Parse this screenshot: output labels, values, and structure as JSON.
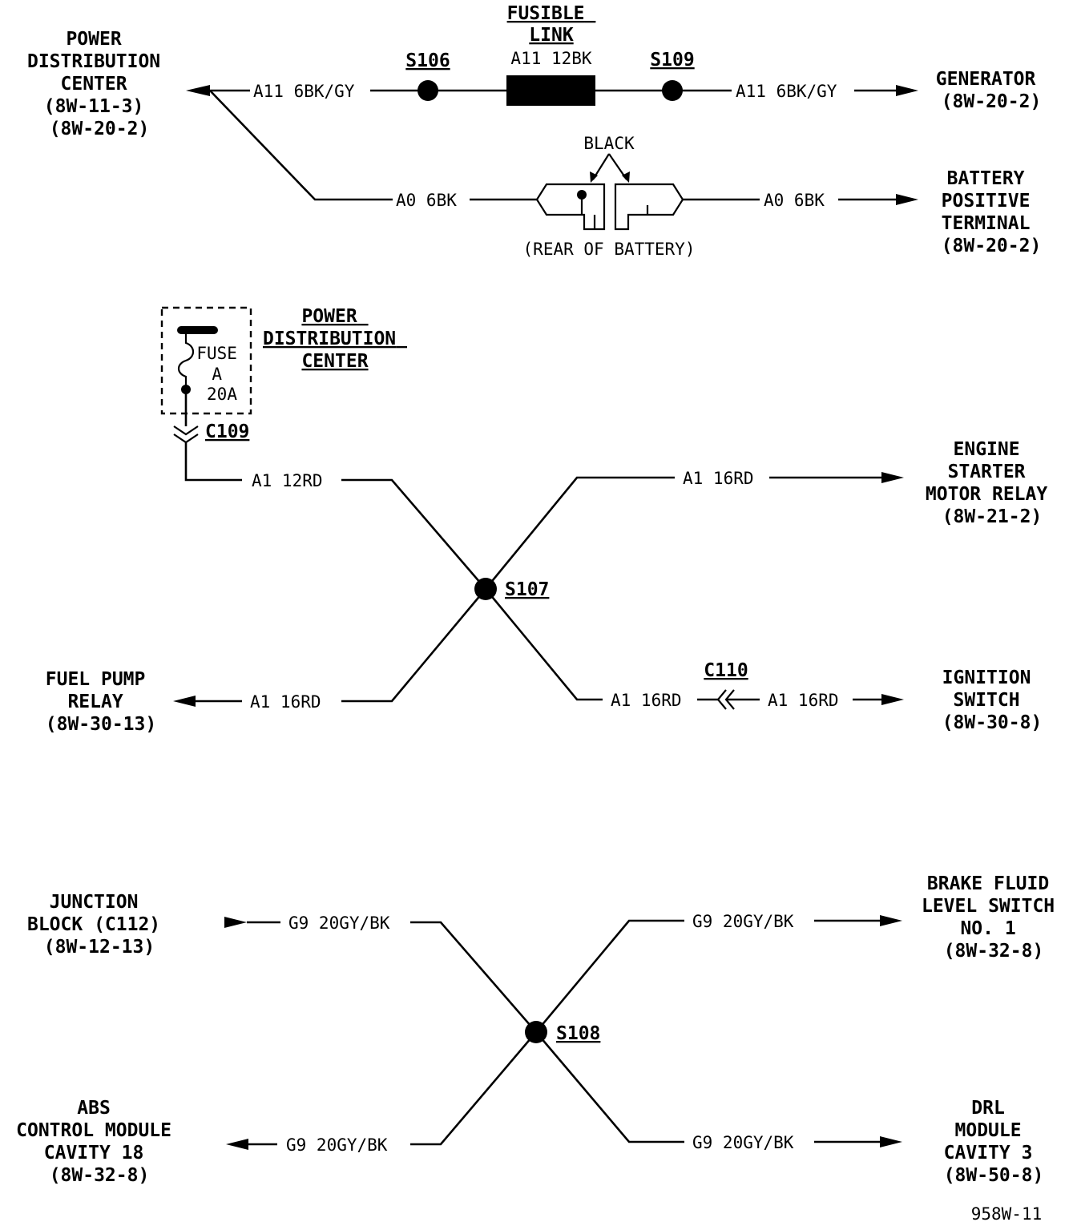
{
  "top": {
    "pdc_lines": [
      "POWER",
      "DISTRIBUTION",
      "CENTER",
      "(8W-11-3)",
      "(8W-20-2)"
    ],
    "fusible_link_lines": [
      "FUSIBLE",
      "LINK"
    ],
    "fusible_link_wire": "A11 12BK",
    "s106": "S106",
    "s109": "S109",
    "wire_a11_left": "A11 6BK/GY",
    "wire_a11_right": "A11 6BK/GY",
    "generator_lines": [
      "GENERATOR",
      "(8W-20-2)"
    ],
    "black_label": "BLACK",
    "wire_a0_left": "A0 6BK",
    "wire_a0_right": "A0 6BK",
    "rear_of_battery": "(REAR OF BATTERY)",
    "battery_lines": [
      "BATTERY",
      "POSITIVE",
      "TERMINAL",
      "(8W-20-2)"
    ]
  },
  "middle": {
    "fuse_lines": [
      "FUSE",
      "A",
      "20A"
    ],
    "pdc_lines": [
      "POWER",
      "DISTRIBUTION",
      "CENTER"
    ],
    "c109": "C109",
    "wire_in": "A1 12RD",
    "wire_starter": "A1 16RD",
    "starter_lines": [
      "ENGINE",
      "STARTER",
      "MOTOR RELAY",
      "(8W-21-2)"
    ],
    "s107": "S107",
    "wire_fuel": "A1 16RD",
    "fuel_lines": [
      "FUEL PUMP",
      "RELAY",
      "(8W-30-13)"
    ],
    "c110": "C110",
    "wire_ign_left": "A1 16RD",
    "wire_ign_right": "A1 16RD",
    "ignition_lines": [
      "IGNITION",
      "SWITCH",
      "(8W-30-8)"
    ]
  },
  "bottom": {
    "junction_lines": [
      "JUNCTION",
      "BLOCK (C112)",
      "(8W-12-13)"
    ],
    "wire_junction": "G9 20GY/BK",
    "wire_brake": "G9 20GY/BK",
    "brake_lines": [
      "BRAKE FLUID",
      "LEVEL SWITCH",
      "NO. 1",
      "(8W-32-8)"
    ],
    "s108": "S108",
    "wire_abs": "G9 20GY/BK",
    "abs_lines": [
      "ABS",
      "CONTROL MODULE",
      "CAVITY 18",
      "(8W-32-8)"
    ],
    "wire_drl": "G9 20GY/BK",
    "drl_lines": [
      "DRL",
      "MODULE",
      "CAVITY 3",
      "(8W-50-8)"
    ]
  },
  "figure_id": "958W-11"
}
